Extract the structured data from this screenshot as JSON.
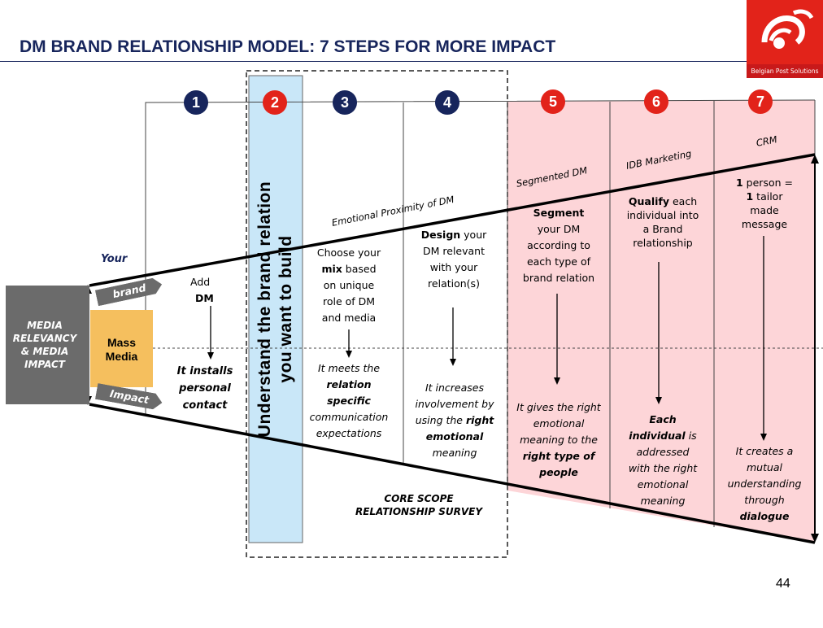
{
  "header": {
    "title": "DM BRAND RELATIONSHIP MODEL: 7 STEPS FOR MORE IMPACT",
    "logo_text": "Belgian Post Solutions"
  },
  "colors": {
    "navy": "#17255c",
    "red": "#e2231a",
    "pink_panel": "#fdd5d8",
    "blue_panel": "#c9e7f8",
    "grey": "#6b6b6b",
    "orange": "#f5bf5e"
  },
  "steps": [
    "1",
    "2",
    "3",
    "4",
    "5",
    "6",
    "7"
  ],
  "left": {
    "media_label": [
      "MEDIA",
      "RELEVANCY",
      "& MEDIA",
      "IMPACT"
    ],
    "mass_media": [
      "Mass",
      "Media"
    ],
    "your": "Your",
    "brand": "brand",
    "impact": "Impact"
  },
  "vertical_banner": [
    "Understand the brand relation",
    "you want to build"
  ],
  "diagonal_labels": {
    "emotional": "Emotional Proximity of DM",
    "segmented": "Segmented DM",
    "idb": "IDB Marketing",
    "crm": "CRM"
  },
  "col1": {
    "top": [
      "Add",
      "DM"
    ],
    "bottom": [
      "It installs",
      "personal",
      "contact"
    ]
  },
  "col3": {
    "top": {
      "pre": "Choose your",
      "bold": "mix",
      "post": " based",
      "rest": [
        "on unique",
        "role of DM",
        "and media"
      ]
    },
    "bottom": {
      "l1": "It meets the",
      "l2": "relation",
      "l3": "specific",
      "l4": "communication",
      "l5": "expectations"
    }
  },
  "col4": {
    "top": {
      "bold": "Design",
      "post": " your",
      "rest": [
        "DM relevant",
        "with your",
        "relation(s)"
      ]
    },
    "bottom": {
      "l1": "It increases",
      "l2": "involvement by",
      "l3_pre": "using the ",
      "l3_bold": "right",
      "l4": "emotional",
      "l5": "meaning"
    }
  },
  "col5": {
    "top": {
      "bold": "Segment",
      "rest": [
        "your DM",
        "according to",
        "each type of",
        "brand relation"
      ]
    },
    "bottom": {
      "l1": "It gives the right",
      "l2": "emotional",
      "l3": "meaning to the",
      "l4": "right type of",
      "l5": "people"
    }
  },
  "col6": {
    "top": {
      "bold": "Qualify",
      "post": " each",
      "rest": [
        "individual into",
        "a Brand",
        "relationship"
      ]
    },
    "bottom": {
      "l1": "Each",
      "l2_bold": "individual",
      "l2_post": " is",
      "l3": "addressed",
      "l4": "with the right",
      "l5": "emotional",
      "l6": "meaning"
    }
  },
  "col7": {
    "top": {
      "l1_bold": "1",
      "l1_post": " person =",
      "l2_bold": "1",
      "l2_post": " tailor",
      "l3": "made",
      "l4": "message"
    },
    "bottom": {
      "l1": "It creates a",
      "l2": "mutual",
      "l3": "understanding",
      "l4": "through",
      "l5": "dialogue"
    }
  },
  "core_scope": [
    "CORE SCOPE",
    "RELATIONSHIP SURVEY"
  ],
  "page_number": "44"
}
